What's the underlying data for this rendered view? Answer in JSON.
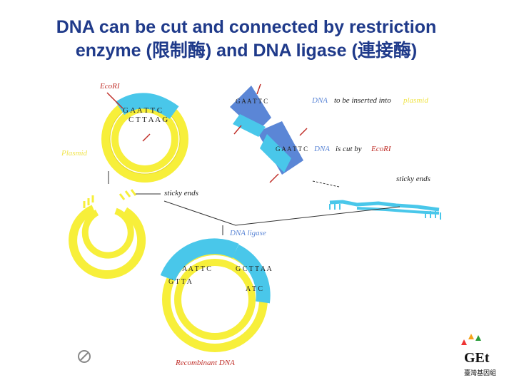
{
  "slide": {
    "title_line1": "DNA can be cut and connected by restriction",
    "title_line2": "enzyme (限制酶) and DNA ligase (連接酶)"
  },
  "diagram": {
    "ecori_label": "EcoRI",
    "plasmid_label": "Plasmid",
    "dna_word": "DNA",
    "dna_insert_phrase": "to be inserted into",
    "plasmid_word": "plasmid",
    "dna_cut_phrase": "is cut by",
    "ecori_label_2": "EcoRI",
    "sticky_ends_left": "sticky ends",
    "sticky_ends_right": "sticky ends",
    "dna_ligase_label": "DNA ligase",
    "recombinant_label": "Recombinant DNA"
  },
  "logo": {
    "text": "GEt",
    "subtitle": "臺灣基因組"
  },
  "colors": {
    "title": "#1f3a8a",
    "yellow": "#f7ef3a",
    "cyan": "#49c7ea",
    "blue": "#5b86d6",
    "red": "#c0302a"
  }
}
